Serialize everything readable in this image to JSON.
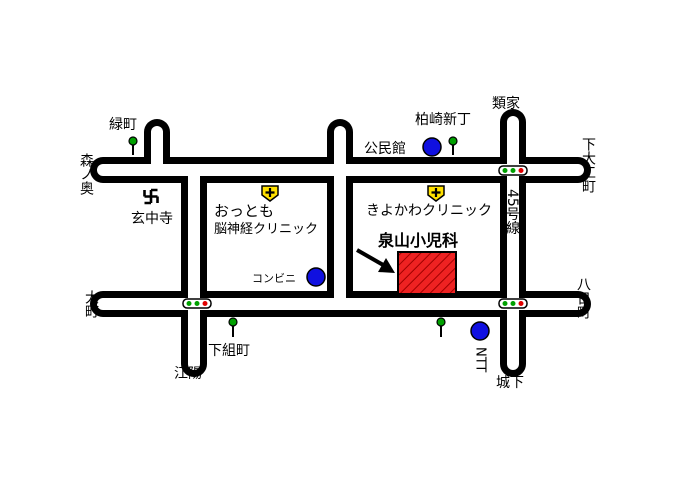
{
  "map": {
    "colors": {
      "road_outline": "#000000",
      "road_fill": "#ffffff",
      "clinic": "#ee2222",
      "landmark_dot": "#1010e0",
      "cross_sign": "#ffe000",
      "traffic_green": "#00a000",
      "traffic_red": "#e00000"
    },
    "destination": {
      "name": "泉山小児科",
      "icon": "target-building-hatched"
    },
    "places": {
      "clinic_okkatomo_line1": "おっとも",
      "clinic_okkatomo_line2": "脳神経クリニック",
      "clinic_kiyokawa": "きよかわクリニック",
      "convenience_store": "コンビニ",
      "community_hall": "公民館",
      "ntt": "NTT",
      "temple": "玄中寺"
    },
    "areas": {
      "midorimachi": "緑町",
      "moriokuV": "森ノ奥",
      "kashiwazaki": "柏崎新丁",
      "ruike": "類家",
      "shimodaiku": "下大工町",
      "route45": "45号線",
      "omachi": "大町",
      "hachinohe": "八日町",
      "shimokumi": "下組町",
      "koyo": "江陽",
      "joka": "城下"
    }
  }
}
